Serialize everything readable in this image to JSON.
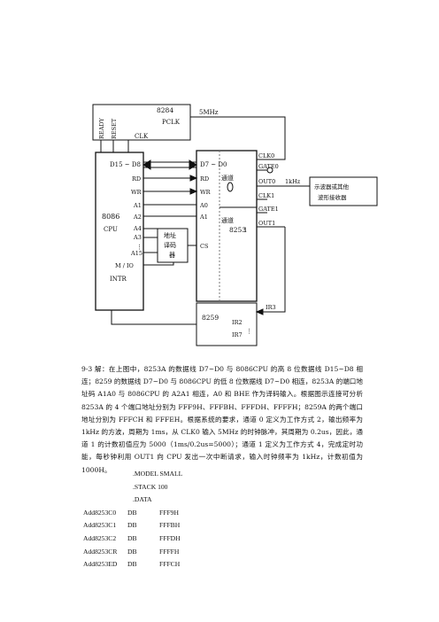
{
  "diagram": {
    "chip_8284": "8284",
    "pin_ready": "READY",
    "pin_reset": "RESET",
    "pin_pclk": "PCLK",
    "pin_clk": "CLK",
    "clock_label": "5MHz",
    "cpu_name": "8086",
    "cpu_sub": "CPU",
    "cpu_bus": "D15 ~ D8",
    "cpu_rd": "RD",
    "cpu_wr": "WR",
    "cpu_a1": "A1",
    "cpu_a2": "A2",
    "cpu_a4": "A4",
    "cpu_a3": "A3",
    "cpu_dots": "⋮",
    "cpu_a15": "A15",
    "cpu_mio": "M / IO",
    "cpu_intr": "INTR",
    "decoder_l1": "地址",
    "decoder_l2": "译码",
    "decoder_l3": "器",
    "pit_name": "8253",
    "pit_bus": "D7 ~ D0",
    "pit_rd": "RD",
    "pit_wr": "WR",
    "pit_a0": "A0",
    "pit_a1": "A1",
    "pit_cs": "CS",
    "ch0_label": "通道",
    "ch0_num": "0",
    "ch1_label": "通道",
    "ch1_num": "1",
    "clk0": "CLK0",
    "gate0": "GATE0",
    "out0": "OUT0",
    "out0_freq": "1kHz",
    "clk1": "CLK1",
    "gate1": "GATE1",
    "out1": "OUT1",
    "scope_l1": "示波器或其他",
    "scope_l2": "波形接收器",
    "pic_name": "8259",
    "ir3": "IR3",
    "ir2": "IR2",
    "ir7": "IR7",
    "pic_dots": "⋮"
  },
  "paragraph": "9-3 解：在上图中，8253A 的数据线 D7~D0 与 8086CPU 的高 8 位数据线 D15~D8 相连；8259 的数据线 D7~D0 与 8086CPU 的低 8 位数据线 D7~D0 相连，8253A 的端口地址码 A1A0 与 8086CPU 的 A2A1 相连，A0 和 BHE 作为译码输入。根据图示连接可分析 8253A 的 4 个端口地址分别为 FFF9H、FFFBH、FFFDH、FFFFH；8259A 的两个端口地址分别为 FFFCH 和 FFFEH。根据系统的要求，通道 0 定义为工作方式 2，输出频率为 1kHz 的方波，周期为 1ms，从 CLK0 输入 5MHz 的时钟脉冲，其周期为 0.2us，因此，通道 1 的计数初值应为 5000（1ms/0.2us=5000）；通道 1 定义为工作方式 4，完成定时功能，每秒钟利用 OUT1 向 CPU 发出一次中断请求，输入时钟频率为 1kHz，计数初值为 1000H。",
  "code": {
    "directives": [
      ".MODEL SMALL",
      ".STACK 100",
      ".DATA"
    ],
    "rows": [
      {
        "label": "Add8253C0",
        "op": "DB",
        "val": "FFF9H"
      },
      {
        "label": "Add8253C1",
        "op": "DB",
        "val": "FFFBH"
      },
      {
        "label": "Add8253C2",
        "op": "DB",
        "val": "FFFDH"
      },
      {
        "label": "Add8253CR",
        "op": "DB",
        "val": "FFFFH"
      },
      {
        "label": "Add8253ED",
        "op": "DB",
        "val": "FFFCH"
      }
    ]
  }
}
